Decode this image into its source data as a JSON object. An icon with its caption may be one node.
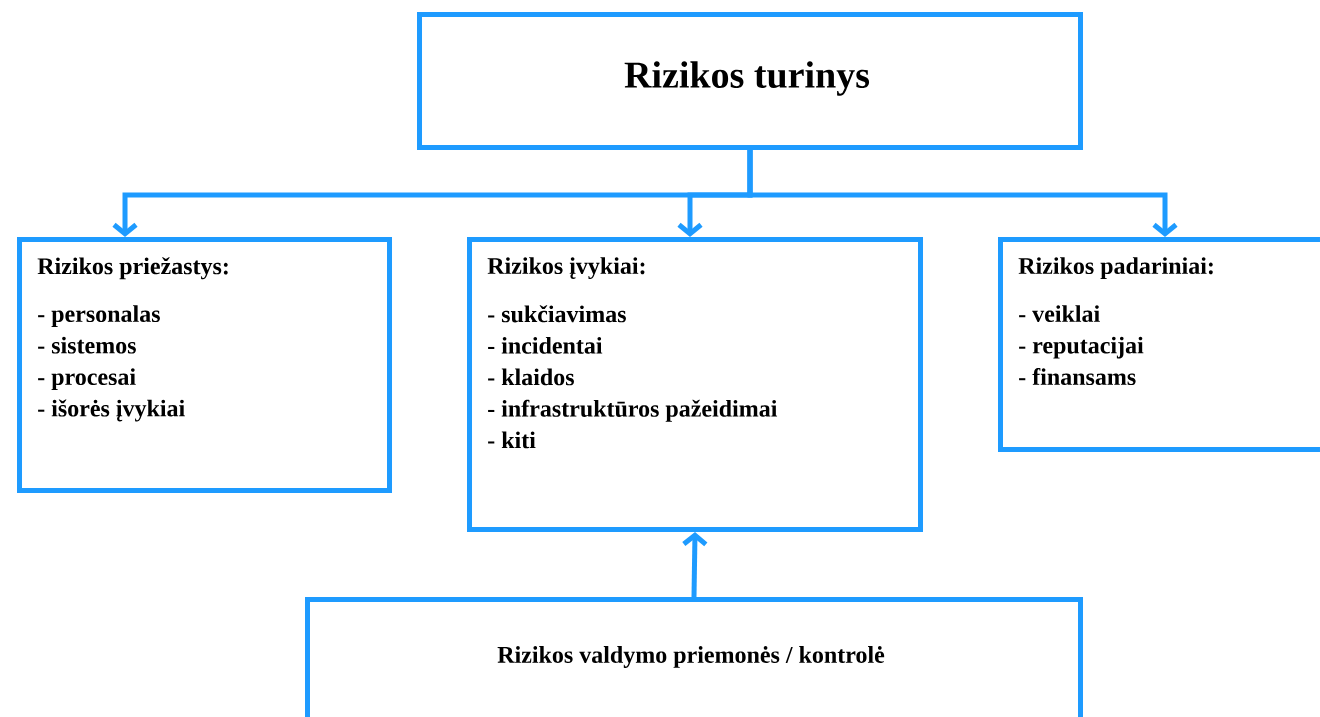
{
  "diagram": {
    "nodes": [
      {
        "text": [
          "Rizikos turinys"
        ]
      },
      {
        "text": [
          "Rizikos priežastys:",
          "- personalas",
          "- sistemos",
          "- procesai",
          "- išorės įvykiai"
        ]
      },
      {
        "text": [
          "Rizikos įvykiai:",
          "- sukčiavimas",
          "- incidentai",
          "- klaidos",
          "- infrastruktūros pažeidimai",
          "- kiti"
        ]
      },
      {
        "text": [
          "Rizikos padariniai:",
          "- veiklai",
          "- reputacijai",
          "- finansams"
        ]
      },
      {
        "text": [
          "Rizikos valdymo priemonės / kontrolė"
        ]
      }
    ],
    "edges": [
      {
        "from": 0,
        "to": 1,
        "arrow": "to"
      },
      {
        "from": 0,
        "to": 2,
        "arrow": "to"
      },
      {
        "from": 0,
        "to": 3,
        "arrow": "to"
      },
      {
        "from": 4,
        "to": 2,
        "arrow": "to"
      }
    ]
  }
}
